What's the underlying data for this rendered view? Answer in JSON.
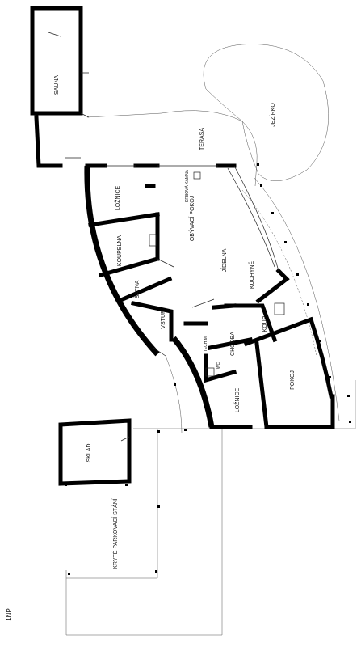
{
  "plan": {
    "floor_label": "1NP",
    "rooms": [
      {
        "id": "sauna",
        "label": "SAUNA"
      },
      {
        "id": "terasa",
        "label": "TERASA"
      },
      {
        "id": "jezirko",
        "label": "JEZÍRKO"
      },
      {
        "id": "loznice1",
        "label": "LOŽNICE"
      },
      {
        "id": "kamna",
        "label": "KRBOVÁ KAMNA"
      },
      {
        "id": "obyvaci",
        "label": "OBÝVACÍ POKOJ"
      },
      {
        "id": "koupelna",
        "label": "KOUPELNA"
      },
      {
        "id": "jidelna",
        "label": "JÍDELNA"
      },
      {
        "id": "kuchyne",
        "label": "KUCHYNĚ"
      },
      {
        "id": "satna",
        "label": "ŠATNA"
      },
      {
        "id": "vstup",
        "label": "VSTUP"
      },
      {
        "id": "koup",
        "label": "KOUP."
      },
      {
        "id": "tech",
        "label": "TECH.M."
      },
      {
        "id": "chodba",
        "label": "CHODBA"
      },
      {
        "id": "wc",
        "label": "WC"
      },
      {
        "id": "loznice2",
        "label": "LOŽNICE"
      },
      {
        "id": "pokoj",
        "label": "POKOJ"
      },
      {
        "id": "sklad",
        "label": "SKLAD"
      },
      {
        "id": "parking",
        "label": "KRYTÉ PARKOVACÍ STÁNÍ"
      }
    ]
  }
}
